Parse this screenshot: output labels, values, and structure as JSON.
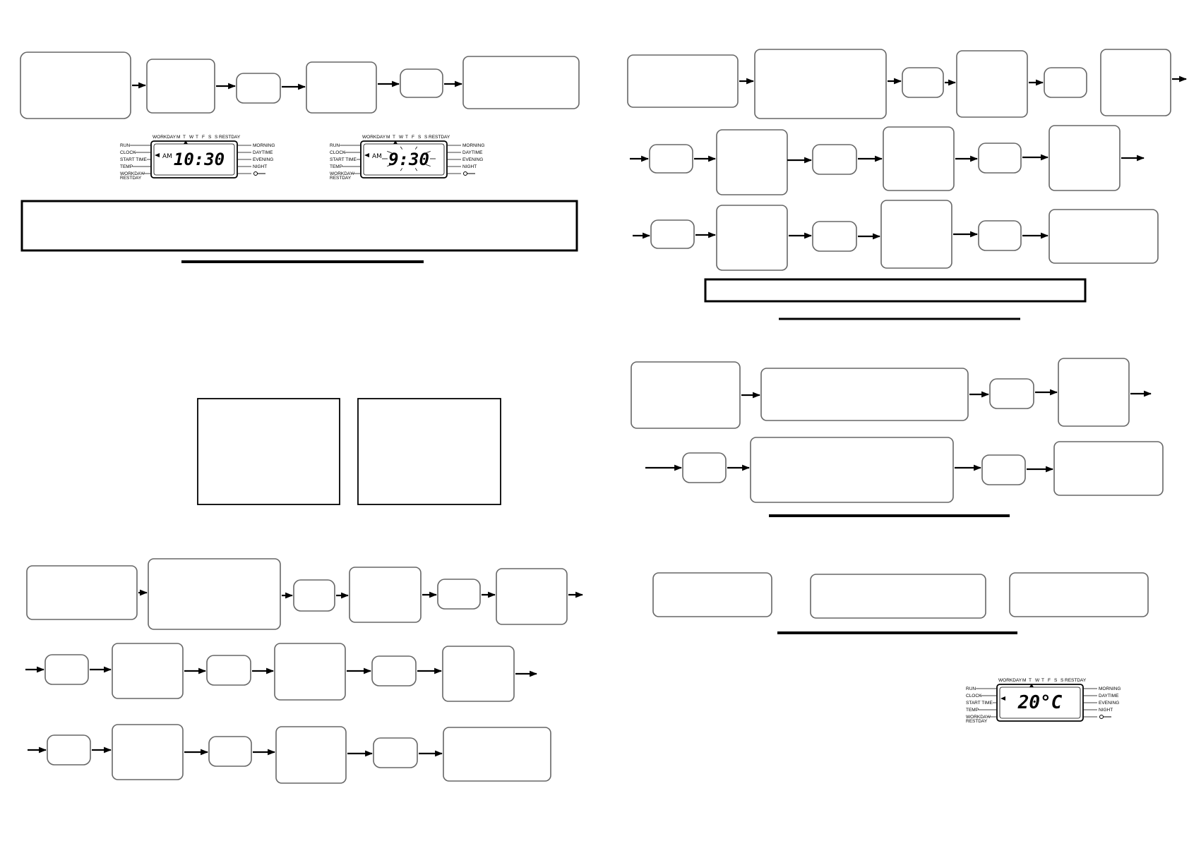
{
  "lcd_labels": {
    "top_left": "WORKDAY",
    "days": [
      "M",
      "T",
      "W",
      "T",
      "F",
      "S",
      "S"
    ],
    "top_right": "RESTDAY",
    "left": [
      "RUN",
      "CLOCK",
      "START TIME",
      "TEMP",
      "WORKDAY/",
      "RESTDAY"
    ],
    "right": [
      "MORNING",
      "DAYTIME",
      "EVENING",
      "NIGHT"
    ]
  },
  "displays": [
    {
      "id": "clock-display-1",
      "ampm": "AM",
      "time": "10:30",
      "flashing": false
    },
    {
      "id": "clock-display-2",
      "ampm": "AM",
      "time": "9:30",
      "flashing": true
    },
    {
      "id": "temp-display",
      "ampm": "",
      "time": "20°C",
      "flashing": false
    }
  ],
  "colors": {
    "line": "#000000",
    "box_stroke": "#555555",
    "background": "#ffffff"
  }
}
